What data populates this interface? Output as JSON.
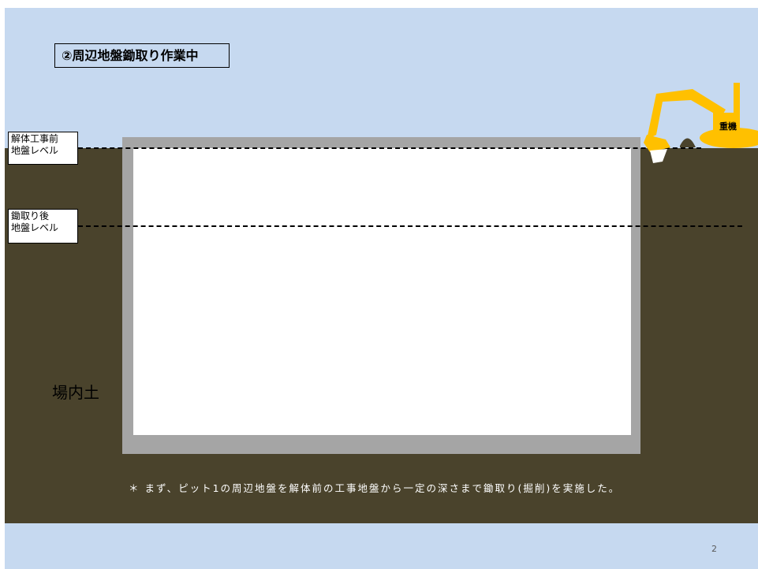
{
  "title": "②周辺地盤鋤取り作業中",
  "labels": {
    "before_level": "解体工事前\n地盤レベル",
    "after_level": "鋤取り後\n地盤レベル",
    "soil": "場内土",
    "machine": "重機"
  },
  "note": "＊ まず、ピット1の周辺地盤を解体前の工事地盤から一定の深さまで鋤取り(掘削)を実施した。",
  "page_number": "2",
  "colors": {
    "background": "#c6d9f0",
    "ground": "#4a432c",
    "pit_wall": "#a5a5a5",
    "excavator": "#ffc000"
  },
  "icons": {
    "machine": "excavator-icon"
  }
}
